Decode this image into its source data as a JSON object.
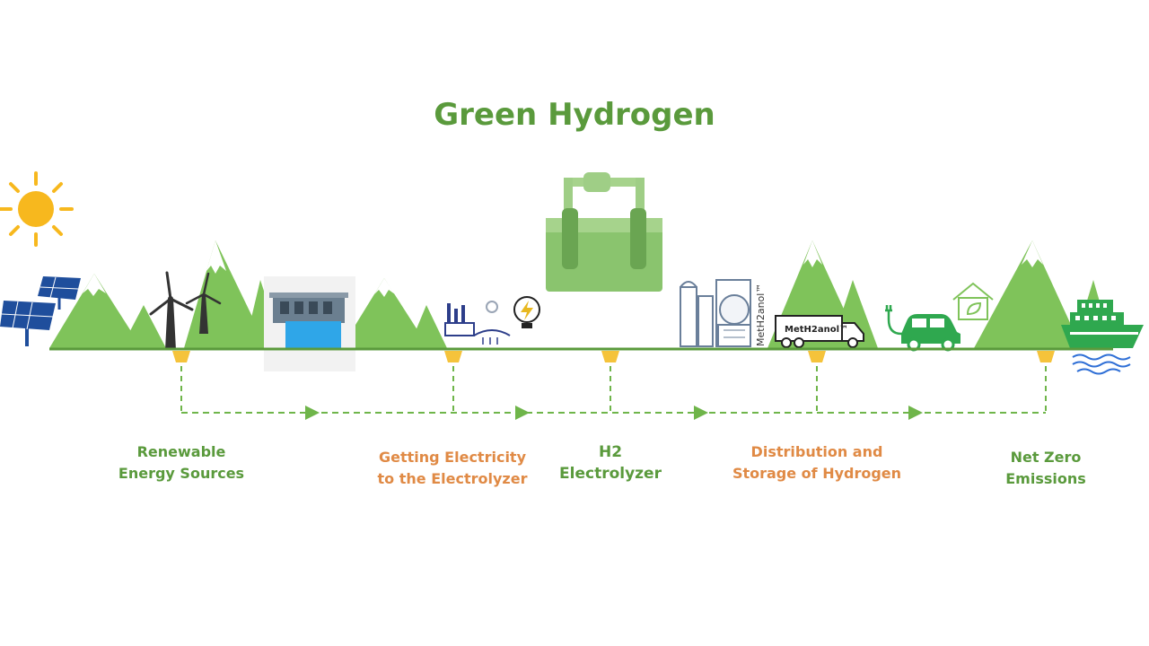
{
  "title": "Green Hydrogen",
  "colors": {
    "title": "#5a9a3c",
    "mountain": "#7fc35a",
    "snow": "#ffffff",
    "timeline": "#6fb54a",
    "marker": "#f5c33b",
    "orange_label": "#e08a45",
    "sun": "#f7b81e",
    "solar": "#1f4e9c",
    "tank": "#8ac46e",
    "ship": "#2fa84f",
    "water": "#2f6fd6"
  },
  "stages": [
    {
      "line1": "Renewable",
      "line2": "Energy Sources",
      "color": "green"
    },
    {
      "line1": "Getting Electricity",
      "line2": "to the Electrolyzer",
      "color": "orange"
    },
    {
      "line1": "H2",
      "line2": "Electrolyzer",
      "color": "green"
    },
    {
      "line1": "Distribution and",
      "line2": "Storage of Hydrogen",
      "color": "orange"
    },
    {
      "line1": "Net Zero",
      "line2": "Emissions",
      "color": "green"
    }
  ],
  "methanol_label": "MetH2anol™",
  "truck_label": "MetH2anol™",
  "icons": [
    "sun-icon",
    "solar-panel-icon",
    "wind-turbine-icon",
    "hydro-dam-icon",
    "power-plant-icon",
    "lightbulb-icon",
    "hydrogen-tank-icon",
    "methanol-plant-icon",
    "truck-icon",
    "ev-charger-icon",
    "car-icon",
    "eco-house-icon",
    "ship-icon"
  ]
}
